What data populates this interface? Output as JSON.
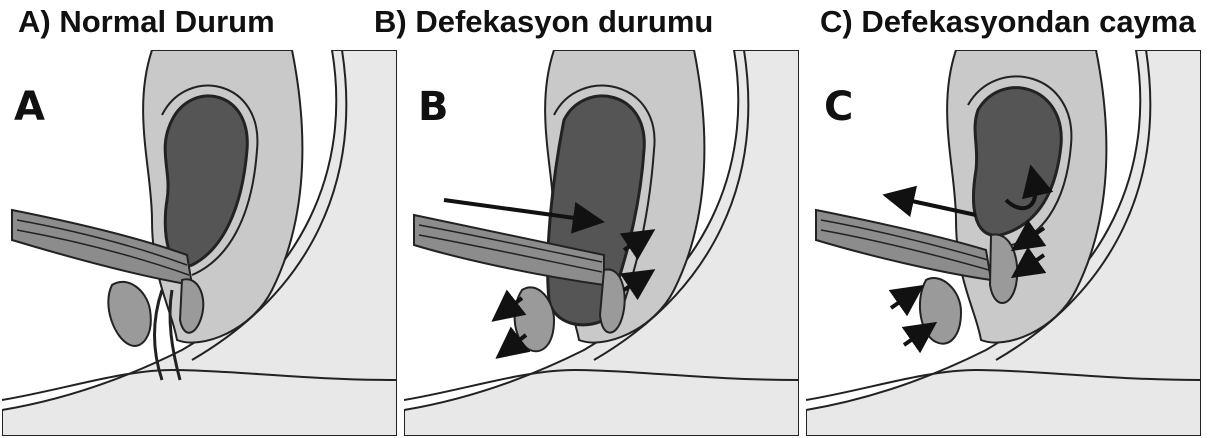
{
  "titles": {
    "a": "A) Normal Durum",
    "b": "B) Defekasyon durumu",
    "c": "C) Defekasyondan cayma"
  },
  "panel_letters": {
    "a": "A",
    "b": "B",
    "c": "C"
  },
  "colors": {
    "tissue": "#c9c9c9",
    "rectum_fill": "#555555",
    "muscle": "#8c8c8c",
    "sphincter": "#9a9a9a",
    "outline": "#222222",
    "arrow": "#111111"
  }
}
